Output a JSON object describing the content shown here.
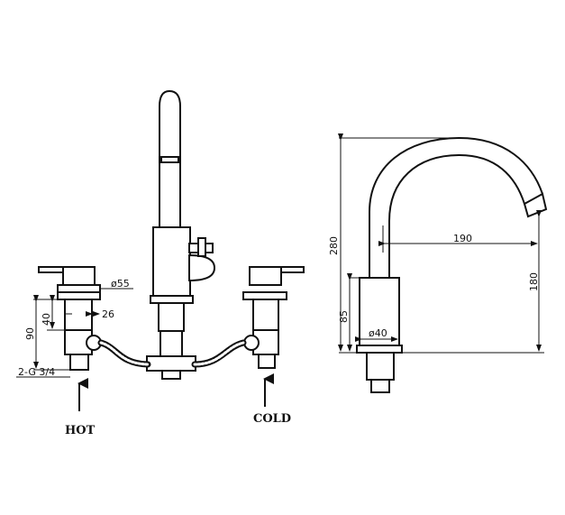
{
  "labels": {
    "hot": "HOT",
    "cold": "COLD",
    "thread": "2-G 3/4",
    "d55": "ø55",
    "d40": "ø40",
    "h40": "40",
    "w26": "26",
    "h90": "90",
    "h280": "280",
    "w190": "190",
    "h180": "180",
    "h85": "85"
  }
}
